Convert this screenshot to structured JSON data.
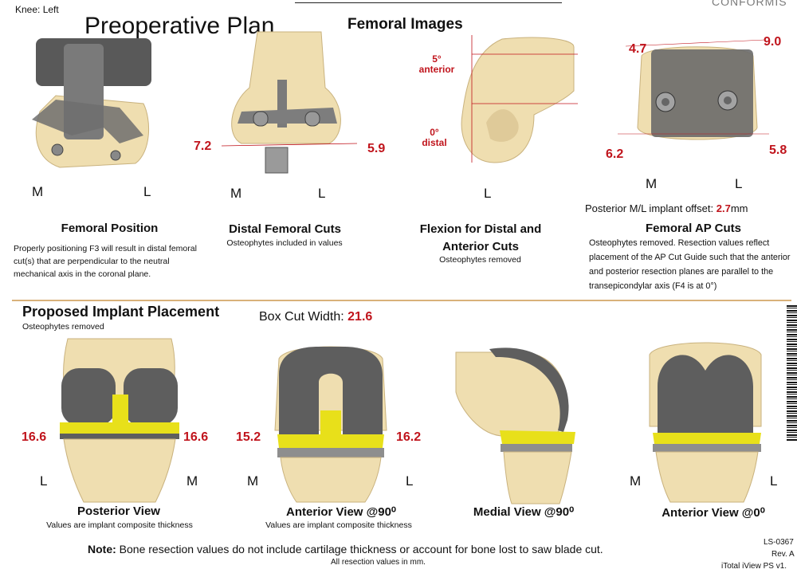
{
  "header": {
    "knee": "Knee: Left",
    "title": "Preoperative Plan",
    "femoral_title": "Femoral Images",
    "logo": "CONFORMIS"
  },
  "femoral": {
    "position": {
      "caption": "Femoral Position",
      "m": "M",
      "l": "L",
      "desc": "Properly positioning F3 will result in distal femoral cut(s) that are perpendicular to the neutral mechanical axis in the coronal plane."
    },
    "distal": {
      "caption": "Distal Femoral Cuts",
      "sub": "Osteophytes included in values",
      "m": "M",
      "l": "L",
      "left_value": "7.2",
      "right_value": "5.9"
    },
    "flexion": {
      "caption": "Flexion for Distal and Anterior Cuts",
      "sub": "Osteophytes removed",
      "l": "L",
      "anterior_label": "5°\nanterior",
      "distal_label": "0°\ndistal"
    },
    "ap": {
      "caption": "Femoral AP Cuts",
      "m": "M",
      "l": "L",
      "tl": "4.7",
      "tr": "9.0",
      "bl": "6.2",
      "br": "5.8",
      "offset_label": "Posterior M/L implant offset:",
      "offset_value": "2.7",
      "offset_unit": "mm",
      "desc": "Osteophytes removed. Resection values reflect placement of the AP Cut Guide such that the anterior and posterior resection planes are parallel to the transepicondylar axis (F4 is at 0°)"
    }
  },
  "implant": {
    "title": "Proposed Implant Placement",
    "sub": "Osteophytes removed",
    "box_label": "Box Cut Width:",
    "box_value": "21.6",
    "posterior": {
      "caption": "Posterior View",
      "sub": "Values are implant composite thickness",
      "left": "L",
      "right": "M",
      "lv": "16.6",
      "rv": "16.6"
    },
    "anterior90": {
      "caption": "Anterior View @90⁰",
      "sub": "Values are implant composite thickness",
      "left": "M",
      "right": "L",
      "lv": "15.2",
      "rv": "16.2"
    },
    "medial90": {
      "caption": "Medial View @90⁰"
    },
    "anterior0": {
      "caption": "Anterior View @0⁰",
      "left": "M",
      "right": "L"
    }
  },
  "footer": {
    "note_label": "Note:",
    "note_text": "Bone resection values do not include cartilage thickness or account for bone lost to saw blade cut.",
    "sub": "All resection values in mm.",
    "code1": "LS-0367",
    "code2": "Rev. A",
    "code3": "iTotal iView PS v1."
  },
  "colors": {
    "bone": "#efdeb0",
    "implant": "#5e5e5e",
    "insert": "#e8e01a",
    "accent": "#c0141c",
    "divider": "#d9b27a"
  }
}
